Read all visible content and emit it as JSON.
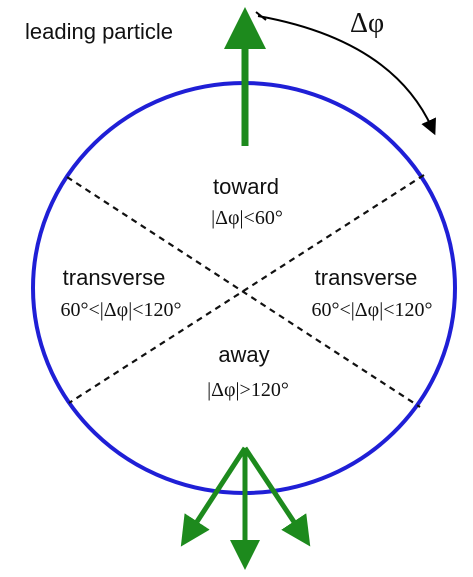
{
  "labels": {
    "leading_particle": "leading particle",
    "delta_phi": "Δφ",
    "toward": "toward",
    "toward_range": "|Δφ|<60°",
    "transverse_left": "transverse",
    "transverse_left_range": "60°<|Δφ|<120°",
    "transverse_right": "transverse",
    "transverse_right_range": "60°<|Δφ|<120°",
    "away": "away",
    "away_range": "|Δφ|>120°"
  },
  "colors": {
    "circle": "#1f1fd6",
    "arrows": "#1d8a1d",
    "dashes": "#111111",
    "text": "#111111"
  }
}
